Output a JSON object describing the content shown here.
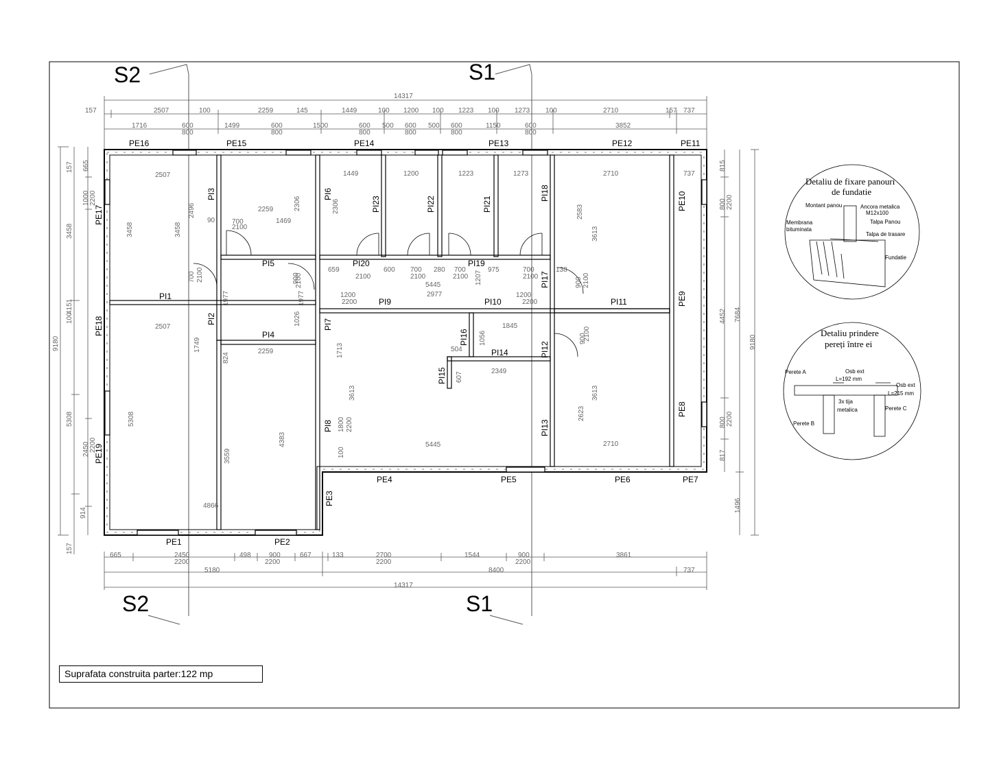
{
  "sections": {
    "s1": "S1",
    "s2": "S2"
  },
  "area_label": "Suprafata construita parter:122 mp",
  "exterior_walls": [
    {
      "id": "pe16",
      "label": "PE16"
    },
    {
      "id": "pe15",
      "label": "PE15"
    },
    {
      "id": "pe14",
      "label": "PE14"
    },
    {
      "id": "pe13",
      "label": "PE13"
    },
    {
      "id": "pe12",
      "label": "PE12"
    },
    {
      "id": "pe11",
      "label": "PE11"
    },
    {
      "id": "pe10",
      "label": "PE10"
    },
    {
      "id": "pe9",
      "label": "PE9"
    },
    {
      "id": "pe8",
      "label": "PE8"
    },
    {
      "id": "pe7",
      "label": "PE7"
    },
    {
      "id": "pe6",
      "label": "PE6"
    },
    {
      "id": "pe5",
      "label": "PE5"
    },
    {
      "id": "pe4",
      "label": "PE4"
    },
    {
      "id": "pe3",
      "label": "PE3"
    },
    {
      "id": "pe2",
      "label": "PE2"
    },
    {
      "id": "pe1",
      "label": "PE1"
    },
    {
      "id": "pe19",
      "label": "PE19"
    },
    {
      "id": "pe18",
      "label": "PE18"
    },
    {
      "id": "pe17",
      "label": "PE17"
    }
  ],
  "interior_walls": [
    {
      "id": "pi1",
      "label": "PI1"
    },
    {
      "id": "pi2",
      "label": "PI2"
    },
    {
      "id": "pi3",
      "label": "PI3"
    },
    {
      "id": "pi4",
      "label": "PI4"
    },
    {
      "id": "pi5",
      "label": "PI5"
    },
    {
      "id": "pi6",
      "label": "PI6"
    },
    {
      "id": "pi7",
      "label": "PI7"
    },
    {
      "id": "pi8",
      "label": "PI8"
    },
    {
      "id": "pi9",
      "label": "PI9"
    },
    {
      "id": "pi10",
      "label": "PI10"
    },
    {
      "id": "pi11",
      "label": "PI11"
    },
    {
      "id": "pi12",
      "label": "PI12"
    },
    {
      "id": "pi13",
      "label": "PI13"
    },
    {
      "id": "pi14",
      "label": "PI14"
    },
    {
      "id": "pi15",
      "label": "PI15"
    },
    {
      "id": "pi16",
      "label": "PI16"
    },
    {
      "id": "pi17",
      "label": "PI17"
    },
    {
      "id": "pi18",
      "label": "PI18"
    },
    {
      "id": "pi19",
      "label": "PI19"
    },
    {
      "id": "pi20",
      "label": "PI20"
    },
    {
      "id": "pi21",
      "label": "PI21"
    },
    {
      "id": "pi22",
      "label": "PI22"
    },
    {
      "id": "pi23",
      "label": "PI23"
    }
  ],
  "dims_top": {
    "overall": "14317",
    "row1": [
      "157",
      "2507",
      "100",
      "2259",
      "145",
      "1449",
      "100",
      "1200",
      "100",
      "1223",
      "100",
      "1273",
      "100",
      "2710",
      "157",
      "737"
    ],
    "row2": [
      "1716",
      "600",
      "1499",
      "600",
      "1500",
      "600",
      "500",
      "600",
      "500",
      "600",
      "1150",
      "600",
      "3852"
    ],
    "row2b": [
      "800",
      "800",
      "800",
      "800",
      "800",
      "800"
    ]
  },
  "dims_bottom": {
    "row1": [
      "665",
      "2450",
      "498",
      "900",
      "667",
      "133",
      "2700",
      "1544",
      "900",
      "3861"
    ],
    "row1b": [
      "2200",
      "2200",
      "2200",
      "2200"
    ],
    "row2": [
      "5180",
      "8400",
      "737"
    ],
    "overall": "14317"
  },
  "dims_left": {
    "outer": "9180",
    "mid": [
      "3458",
      "4151",
      "5308",
      "2450"
    ],
    "inner": [
      "157",
      "665",
      "1000",
      "2200",
      "100",
      "2200",
      "914",
      "157"
    ]
  },
  "dims_right": {
    "outer": "9180",
    "mid": [
      "7684",
      "1496"
    ],
    "inner": [
      "815",
      "800",
      "2200",
      "4452",
      "800",
      "2200",
      "817"
    ]
  },
  "room_dims": [
    "2507",
    "3458",
    "2496",
    "3458",
    "2259",
    "2306",
    "700",
    "2100",
    "1469",
    "90",
    "1977",
    "1977",
    "700",
    "2100",
    "900",
    "2100",
    "1026",
    "2507",
    "1749",
    "2259",
    "824",
    "5308",
    "3559",
    "4383",
    "4866",
    "1449",
    "2306",
    "1200",
    "1223",
    "1273",
    "2710",
    "737",
    "2583",
    "3613",
    "659",
    "600",
    "700",
    "280",
    "700",
    "975",
    "700",
    "2100",
    "2100",
    "2100",
    "2100",
    "5445",
    "1207",
    "138",
    "900",
    "2100",
    "1200",
    "2200",
    "2977",
    "1200",
    "2200",
    "1845",
    "1056",
    "504",
    "2349",
    "607",
    "1713",
    "3613",
    "1800",
    "2200",
    "100",
    "900",
    "2100",
    "3613",
    "2623",
    "2710",
    "5445"
  ],
  "detail_foundation": {
    "title_line1": "Detaliu de fixare panouri",
    "title_line2": "de fundatie",
    "labels": [
      "Montant panou",
      "Ancora metalica",
      "M12x100",
      "Talpa Panou",
      "Talpa de trasare",
      "Membrana",
      "bituminata",
      "Fundatie"
    ]
  },
  "detail_walls": {
    "title_line1": "Detaliu prindere",
    "title_line2": "pereți între ei",
    "labels": [
      "Perete A",
      "Osb ext",
      "L=192 mm",
      "Osb ext",
      "L=215 mm",
      "3x tija",
      "metalica",
      "Perete C",
      "Perete B"
    ]
  }
}
